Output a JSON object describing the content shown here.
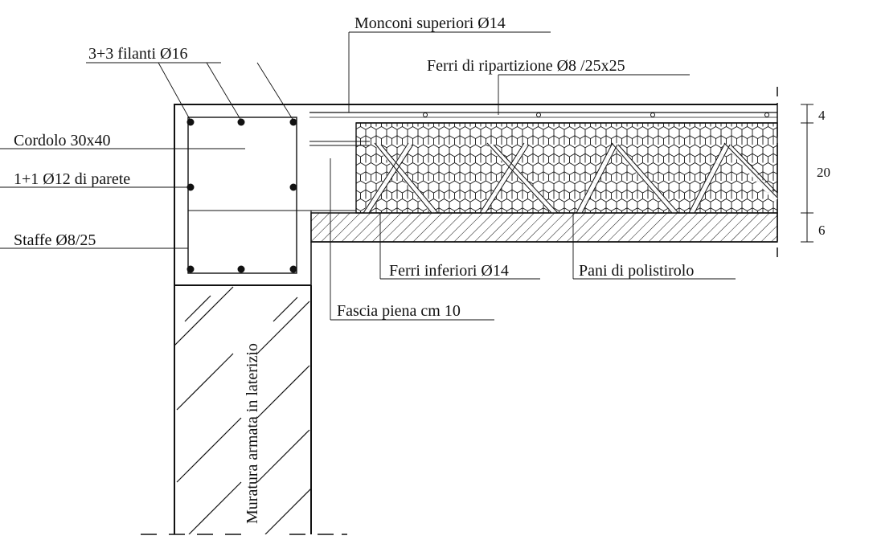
{
  "labels": {
    "monconi": "Monconi superiori Ø14",
    "filanti": "3+3 filanti Ø16",
    "ripartizione": "Ferri di ripartizione Ø8 /25x25",
    "cordolo": "Cordolo 30x40",
    "parete": "1+1 Ø12 di parete",
    "staffe": "Staffe Ø8/25",
    "ferri_inferiori": "Ferri inferiori Ø14",
    "polistirolo": "Pani di polistirolo",
    "fascia": "Fascia piena cm 10",
    "muratura": "Muratura armata in laterizio"
  },
  "dimensions": {
    "top_slab": "4",
    "polystyrene": "20",
    "bottom_slab": "6"
  },
  "colors": {
    "line": "#111111",
    "background": "#ffffff"
  }
}
